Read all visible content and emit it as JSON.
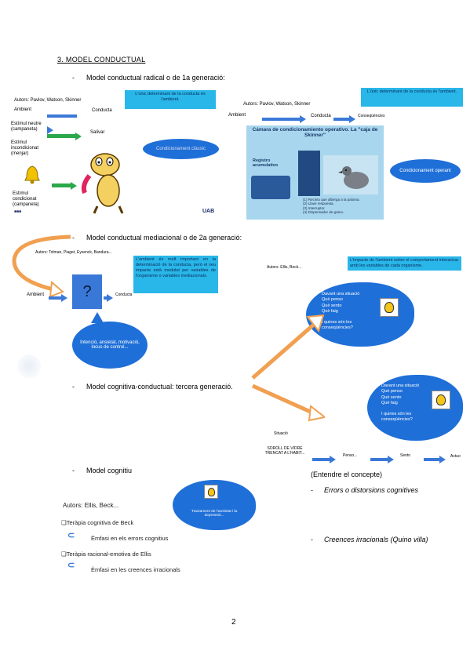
{
  "heading": "3. MODEL CONDUCTUAL",
  "sec1": {
    "title": "Model conductual radical o de 1a generació:",
    "left": {
      "authors": "Autors: Pavlov, Watson, Skinner",
      "ambient": "Ambient",
      "conducta": "Conducta",
      "box": "L'únic determinant de la conducta és l'ambient.",
      "estimul_neutre": "Estímul neutre (campaneta)",
      "salivar": "Salivar",
      "estimul_incond": "Estímul incondicionat (menjar)",
      "estimul_cond": "Estímul condicionat (campaneta)",
      "blob": "Condicionament clàssic",
      "logo": "UAB"
    },
    "right": {
      "box": "L'únic determinant de la conducta és l'ambient.",
      "authors": "Autors: Pavlov, Watson, Skinner",
      "ambient": "Ambient",
      "conducta": "Conducta",
      "consequencies": "Conseqüències",
      "skinner_title": "Cámara de condicionamiento operativo. La \"caja de Skinner\"",
      "registro": "Registro acumulativo",
      "legend": [
        "(1) Recinto que alberga a la paloma.",
        "(2) Llave respuesta.",
        "(3) Interruptor.",
        "(4) Dispensador de grano."
      ],
      "blob": "Condicionament operant"
    }
  },
  "sec2": {
    "title": "Model conductual mediacional o de 2a generació:",
    "authors": "Autors: Tolman, Piaget, Eysenck, Bandura...",
    "box": "L'ambient és molt important en la determinació de la conducta, però el seu impacte està modulat per variables de l'organisme o variables mediacionals.",
    "ambient": "Ambient",
    "question": "?",
    "conducta": "Conducta",
    "blob": "Intenció, ansietat, motivació, locus de control...",
    "right_authors": "Autors: Ellis, Beck...",
    "right_box": "L'impacte de l'ambient sobre el comportament interactua amb les variables de cada organisme.",
    "cloud_lines": [
      "Davant una situació",
      "Què penso",
      "Què sento",
      "Què faig",
      "",
      "I quines són les conseqüències?"
    ]
  },
  "sec3": {
    "title": "Model cognitiva-conductual: tercera generació.",
    "cloud_lines": [
      "Davant una situació",
      "Què penso",
      "Què sento",
      "Què faig",
      "",
      "I quines són les conseqüències?"
    ],
    "situacio": "Situació",
    "soroll": "SOROLL DE VIDRE TRENCAT A L'HABIT...",
    "penso": "Penso...",
    "sento": "Sento",
    "actuo": "Actuo"
  },
  "sec4": {
    "title": "Model cognitiu",
    "authors": "Autors: Ellis, Beck...",
    "cloud": "Tractament de l'ansietat i la depressió...",
    "item1": "Teràpia cognitiva de Beck",
    "item1_sub": "Èmfasi en els errors cognitius",
    "item2": "Teràpia racional-emotiva de Ellis",
    "item2_sub": "Èmfasi en les creences irracionals",
    "entendre": "(Entendre el concepte)",
    "bullet1": "Errors o distorsions cognitives",
    "bullet2": "Creences irracionals (Quino villa)"
  },
  "page_number": "2",
  "colors": {
    "blue_box": "#29b6e8",
    "blob": "#1f6fd8",
    "arrow": "#3a78d8",
    "green": "#2aa84a",
    "orange": "#f0a050"
  }
}
